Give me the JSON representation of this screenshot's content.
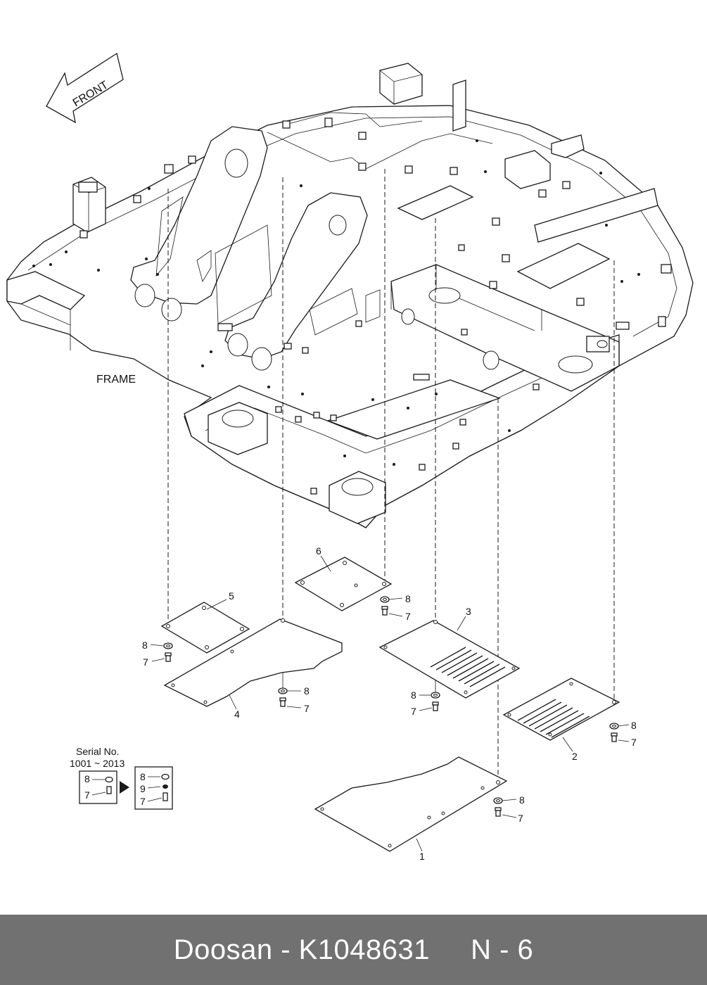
{
  "diagram": {
    "front_label": "FRONT",
    "frame_label": "FRAME",
    "serial_title": "Serial No.",
    "serial_range": "1001 ~ 2013",
    "callouts": {
      "p1": "1",
      "p2": "2",
      "p3": "3",
      "p4": "4",
      "p5": "5",
      "p6": "6",
      "b5": "7",
      "w5": "8",
      "b4": "7",
      "w4": "8",
      "b6": "7",
      "w6": "8",
      "b3": "7",
      "w3": "8",
      "b2": "7",
      "w2": "8",
      "b1": "7",
      "w1": "8",
      "old_w": "8",
      "old_b": "7",
      "new_w": "8",
      "new_n": "9",
      "new_b": "7"
    }
  },
  "footer": {
    "text": "Doosan - K1048631     N - 6"
  }
}
